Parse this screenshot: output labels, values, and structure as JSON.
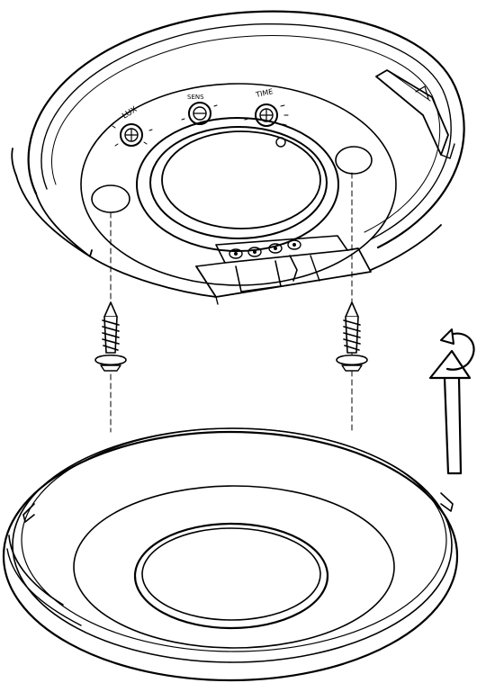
{
  "colors": {
    "ink": "#000000",
    "paper": "#ffffff"
  },
  "sensor": {
    "knobs": [
      {
        "label": "LUX"
      },
      {
        "label": "SENS"
      },
      {
        "label": "TIME"
      }
    ],
    "terminal_count": 4
  },
  "screws": {
    "count": 2
  },
  "base_plate": {
    "visible": true
  },
  "arrow": {
    "direction": "up",
    "rotation": "counter-clockwise"
  }
}
